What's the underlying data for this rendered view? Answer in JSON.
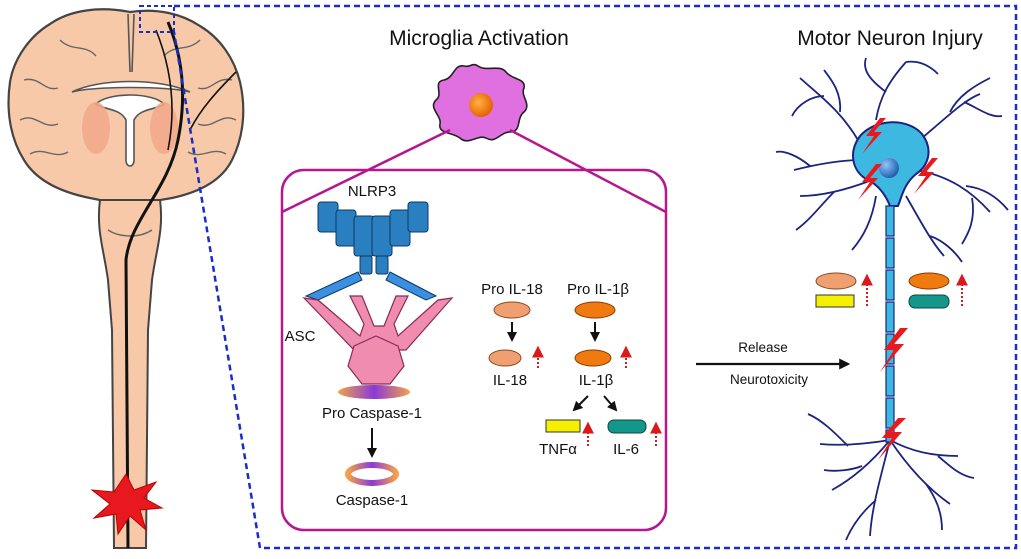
{
  "titles": {
    "microglia": "Microglia Activation",
    "motor_neuron": "Motor Neuron Injury"
  },
  "labels": {
    "nlrp3": "NLRP3",
    "asc": "ASC",
    "pro_caspase": "Pro Caspase-1",
    "caspase": "Caspase-1",
    "pro_il18": "Pro IL-18",
    "pro_il1b": "Pro IL-1β",
    "il18": "IL-18",
    "il1b": "IL-1β",
    "tnfa": "TNFα",
    "il6": "IL-6",
    "release": "Release",
    "neurotoxicity": "Neurotoxicity"
  },
  "colors": {
    "brain_fill": "#f7c9a8",
    "brain_stroke": "#444444",
    "ventricle": "#ffffff",
    "basal_ganglia": "#f2a88a",
    "microglia": "#e070e0",
    "microglia_nucleus": "#f57c00",
    "frame_border": "#b5178f",
    "zoom_dash": "#1a2ec7",
    "nlrp3": "#2a7fc0",
    "asc": "#f08cb0",
    "il18": "#f0a070",
    "il1b": "#ef7a10",
    "tnfa": "#f5f000",
    "il6": "#14978a",
    "neuron": "#3db8e0",
    "dendrite": "#1a237e",
    "lightning": "#e8191e",
    "injury_star": "#e8191e",
    "up_arrow": "#d91a1a"
  },
  "icons": [
    "lightning-icon",
    "up-arrow-icon",
    "injury-star-icon"
  ]
}
